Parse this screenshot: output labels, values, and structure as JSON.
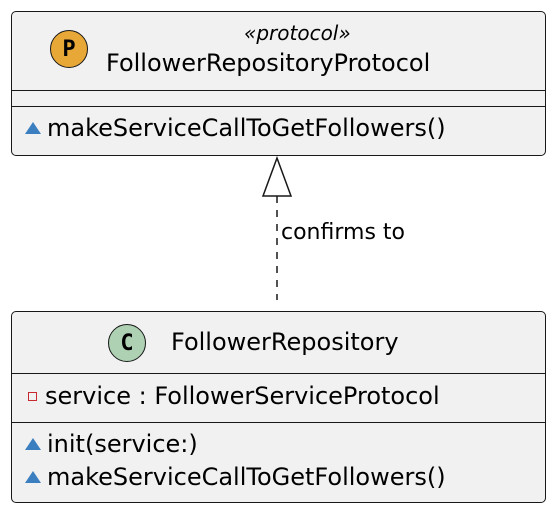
{
  "protocol_box": {
    "badge_letter": "P",
    "stereotype": "«protocol»",
    "name": "FollowerRepositoryProtocol",
    "methods": [
      "makeServiceCallToGetFollowers()"
    ]
  },
  "relation": {
    "label": "confirms to"
  },
  "class_box": {
    "badge_letter": "C",
    "name": "FollowerRepository",
    "fields": [
      "service : FollowerServiceProtocol"
    ],
    "methods": [
      "init(service:)",
      "makeServiceCallToGetFollowers()"
    ]
  },
  "colors": {
    "box_fill": "#f1f1f1",
    "border": "#181818",
    "protocol_badge": "#e8a838",
    "class_badge": "#add1b2",
    "method_visibility": "#3b7fc0",
    "field_visibility": "#c82930"
  }
}
